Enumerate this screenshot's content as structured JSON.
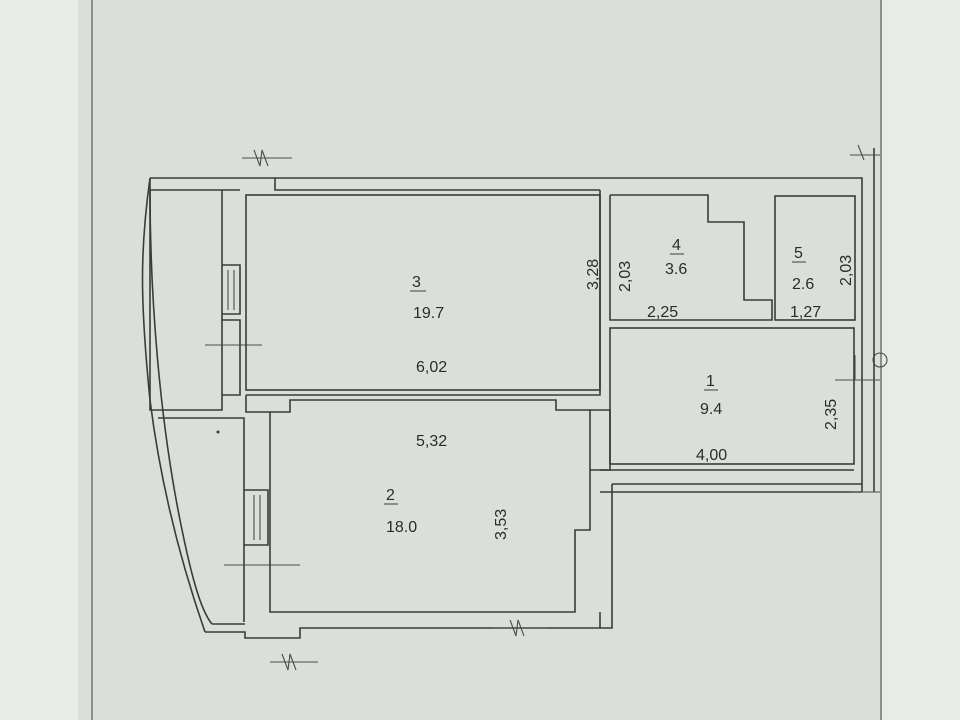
{
  "rooms": [
    {
      "number": "3",
      "area": "19.7"
    },
    {
      "number": "4",
      "area": "3.6"
    },
    {
      "number": "5",
      "area": "2.6"
    },
    {
      "number": "1",
      "area": "9.4"
    },
    {
      "number": "2",
      "area": "18.0"
    }
  ],
  "dimensions": {
    "room3_height": "3,28",
    "room3_width": "6,02",
    "room4_height": "2,03",
    "room4_width": "2,25",
    "room5_height": "2,03",
    "room5_width": "1,27",
    "room1_height": "2,35",
    "room1_width": "4,00",
    "room2_width": "5,32",
    "room2_height": "3,53"
  }
}
